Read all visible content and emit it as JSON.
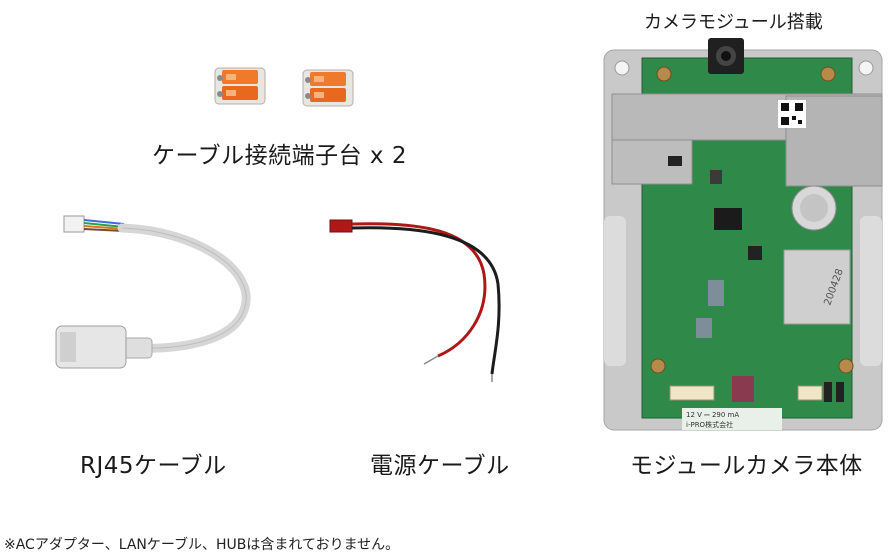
{
  "labels": {
    "camera_module_mount": "カメラモジュール搭載",
    "terminal_block": "ケーブル接続端子台 x 2",
    "rj45_cable": "RJ45ケーブル",
    "power_cable": "電源ケーブル",
    "camera_body": "モジュールカメラ本体",
    "footnote": "※ACアダプター、LANケーブル、HUBは含まれておりません。"
  },
  "board_print": {
    "rating": "12 V ⎓ 290 mA",
    "maker": "i-PRO株式会社",
    "sd_serial": "200428"
  },
  "colors": {
    "pcb_green": "#2f8a4a",
    "connector_orange": "#e86a22",
    "plate_gray": "#c9c9c9",
    "wire_red": "#b01818"
  }
}
